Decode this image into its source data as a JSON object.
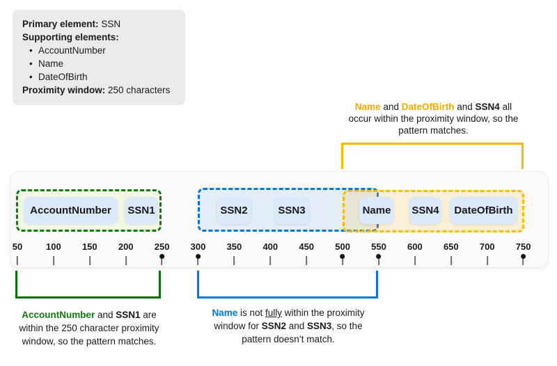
{
  "colors": {
    "green": "#107C10",
    "green_bracket": "#0E6F0E",
    "blue": "#0078D4",
    "amber": "#FFB900",
    "amber_text": "#F2A900",
    "element_box_fill": "#dbe9fa",
    "green_window_fill": "#f3f8e5",
    "blue_window_fill": "#e4eef8",
    "orange_window_fill": "#f8f1dd",
    "info_box_fill": "#ebebeb"
  },
  "icons": {
    "bullet": "•"
  },
  "info_box": {
    "primary_label": "Primary element:",
    "primary_value": "SSN",
    "supporting_label": "Supporting elements:",
    "supporting_items": [
      "AccountNumber",
      "Name",
      "DateOfBirth"
    ],
    "proximity_label": "Proximity window:",
    "proximity_value": "250 characters"
  },
  "annotations": {
    "top_amber": {
      "lines": [
        [
          {
            "t": "Name",
            "s": "amber"
          },
          {
            "t": " and "
          },
          {
            "t": "DateOfBirth",
            "s": "amber"
          },
          {
            "t": " and "
          },
          {
            "t": "SSN4",
            "s": "bold"
          },
          {
            "t": " all"
          }
        ],
        [
          {
            "t": "occur within the proximity window, so the"
          }
        ],
        [
          {
            "t": "pattern matches."
          }
        ]
      ]
    },
    "bottom_green": {
      "lines": [
        [
          {
            "t": "AccountNumber",
            "s": "green"
          },
          {
            "t": " and "
          },
          {
            "t": "SSN1",
            "s": "bold"
          },
          {
            "t": " are"
          }
        ],
        [
          {
            "t": "within the 250 character proximity"
          }
        ],
        [
          {
            "t": "window, so the pattern matches."
          }
        ]
      ]
    },
    "bottom_blue": {
      "lines": [
        [
          {
            "t": "Name",
            "s": "blue"
          },
          {
            "t": " is not "
          },
          {
            "t": "fully",
            "s": "underline"
          },
          {
            "t": " within the proximity"
          }
        ],
        [
          {
            "t": "window for "
          },
          {
            "t": "SSN2",
            "s": "bold"
          },
          {
            "t": " and "
          },
          {
            "t": "SSN3",
            "s": "bold"
          },
          {
            "t": ", so the"
          }
        ],
        [
          {
            "t": "pattern doesn’t match."
          }
        ]
      ]
    }
  },
  "timeline": {
    "element_boxes": [
      "AccountNumber",
      "SSN1",
      "SSN2",
      "SSN3",
      "Name",
      "SSN4",
      "DateOfBirth"
    ],
    "windows": [
      {
        "id": "green",
        "contains": [
          "AccountNumber",
          "SSN1"
        ]
      },
      {
        "id": "blue",
        "contains": [
          "SSN2",
          "SSN3"
        ]
      },
      {
        "id": "orange",
        "contains": [
          "Name",
          "SSN4",
          "DateOfBirth"
        ]
      }
    ],
    "ruler": {
      "values": [
        50,
        100,
        150,
        200,
        250,
        300,
        350,
        400,
        450,
        500,
        550,
        600,
        650,
        700,
        750
      ],
      "marker_values": [
        250,
        300,
        500,
        550,
        750
      ]
    }
  }
}
